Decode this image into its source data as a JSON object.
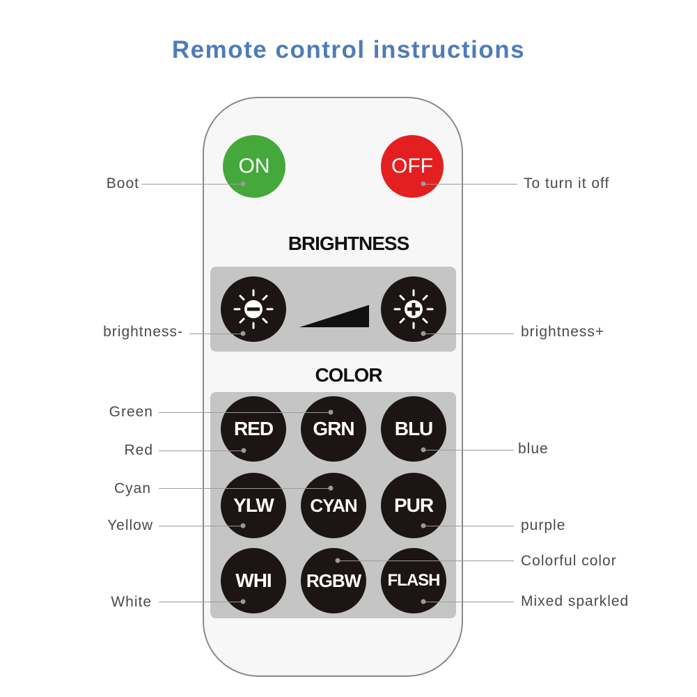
{
  "title": "Remote control instructions",
  "colors": {
    "title": "#4f7cb8",
    "on_button": "#44a83a",
    "off_button": "#e41f1f",
    "dark_button": "#1c1514",
    "panel": "#c5c5c5",
    "remote_body": "#f7f7f7"
  },
  "buttons": {
    "on": "ON",
    "off": "OFF",
    "brightness_down_icon": "sun-minus-icon",
    "brightness_up_icon": "sun-plus-icon",
    "brightness_scale_icon": "brightness-ramp-icon"
  },
  "sections": {
    "brightness": "BRIGHTNESS",
    "color": "COLOR"
  },
  "color_buttons": [
    [
      "RED",
      "GRN",
      "BLU"
    ],
    [
      "YLW",
      "CYAN",
      "PUR"
    ],
    [
      "WHI",
      "RGBW",
      "FLASH"
    ]
  ],
  "callouts": {
    "boot": "Boot",
    "off": "To turn it off",
    "brightness_down": "brightness-",
    "brightness_up": "brightness+",
    "green": "Green",
    "red": "Red",
    "blue": "blue",
    "cyan": "Cyan",
    "yellow": "Yellow",
    "purple": "purple",
    "colorful": "Colorful color",
    "white": "White",
    "mixed": "Mixed sparkled"
  }
}
